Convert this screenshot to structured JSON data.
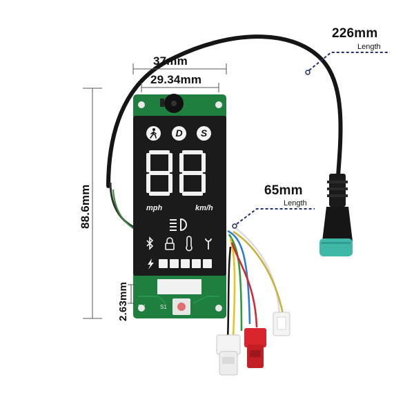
{
  "dimensions": {
    "cable_length": {
      "value": "226mm",
      "caption": "Length"
    },
    "wire_length": {
      "value": "65mm",
      "caption": "Length"
    },
    "board_width": "37mm",
    "screen_width": "29.34mm",
    "board_height": "88.6mm",
    "button_gap": "2.63mm"
  },
  "display": {
    "modes": [
      "D",
      "S"
    ],
    "walk_mode_icon": "pedestrian-icon",
    "speed_digits": "88",
    "unit_left": "mph",
    "unit_right": "km/h",
    "status_icons": [
      "bluetooth-icon",
      "lock-icon",
      "thermometer-icon",
      "wrench-icon"
    ],
    "headlight_icon": "headlight-icon",
    "battery_segments": 5,
    "charge_icon": "lightning-icon"
  },
  "board": {
    "label_left": "PK",
    "label_button": "S1"
  },
  "colors": {
    "pcb": "#1f7f3f",
    "screen": "#1b1b1b",
    "cable": "#151515",
    "connector": "#3fb8a8",
    "dimension_line": "#1e2e6e",
    "red_plug": "#d8262c"
  }
}
